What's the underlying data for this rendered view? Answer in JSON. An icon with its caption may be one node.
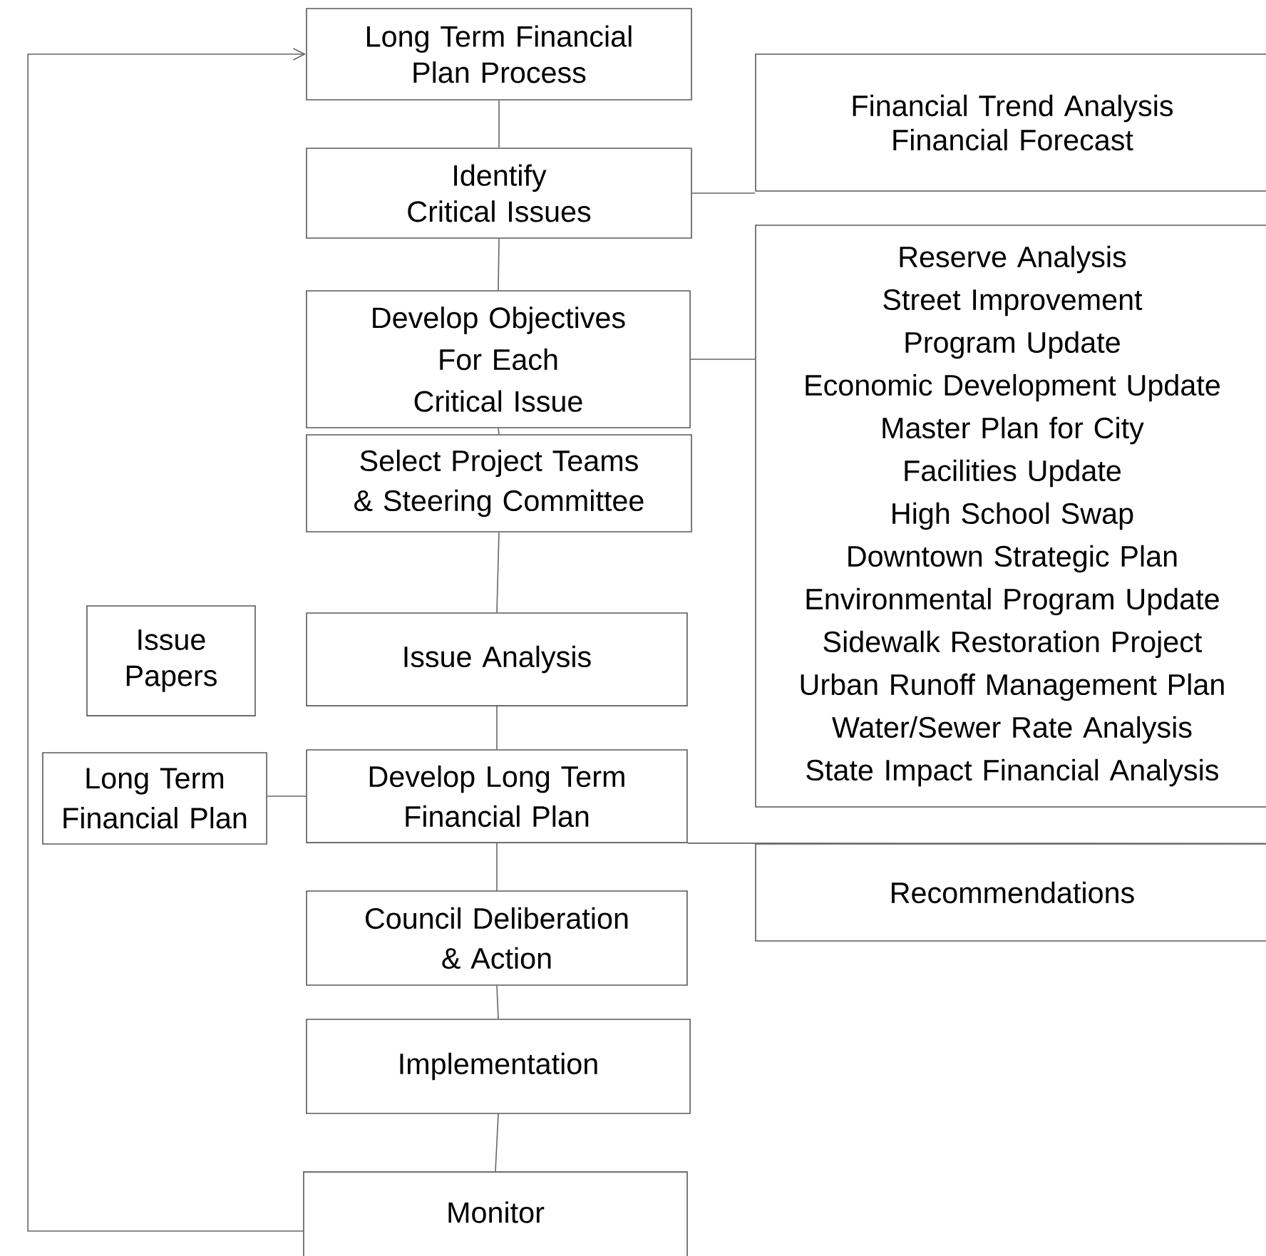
{
  "diagram": {
    "nodes": [
      {
        "text": [
          "Long Term Financial Plan Process"
        ]
      },
      {
        "text": [
          "Identify Critical Issues"
        ]
      },
      {
        "text": [
          "Develop Objectives For Each Critical Issue"
        ]
      },
      {
        "text": [
          "Select Project Teams & Steering Committee"
        ]
      },
      {
        "text": [
          "Issue Papers"
        ]
      },
      {
        "text": [
          "Issue Analysis"
        ]
      },
      {
        "text": [
          "Long Term Financial Plan"
        ]
      },
      {
        "text": [
          "Develop Long Term Financial Plan"
        ]
      },
      {
        "text": [
          "Council Deliberation & Action"
        ]
      },
      {
        "text": [
          "Implementation"
        ]
      },
      {
        "text": [
          "Monitor"
        ]
      },
      {
        "text": [
          "Financial Trend Analysis",
          "Financial Forecast"
        ]
      },
      {
        "text": [
          "Reserve Analysis",
          "Street Improvement Program Update",
          "Economic Development Update",
          "Master Plan for City Facilities Update",
          "High School Swap",
          "Downtown Strategic Plan",
          "Environmental Program Update",
          "Sidewalk Restoration Project",
          "Urban Runoff Management Plan",
          "Water/Sewer Rate Analysis",
          "State Impact Financial Analysis"
        ]
      },
      {
        "text": [
          "Recommendations"
        ]
      }
    ],
    "edges": [
      {
        "from": 0,
        "to": 1,
        "arrow": "none"
      },
      {
        "from": 1,
        "to": 2,
        "arrow": "none"
      },
      {
        "from": 2,
        "to": 3,
        "arrow": "none"
      },
      {
        "from": 3,
        "to": 5,
        "arrow": "none"
      },
      {
        "from": 5,
        "to": 7,
        "arrow": "none"
      },
      {
        "from": 7,
        "to": 8,
        "arrow": "none"
      },
      {
        "from": 8,
        "to": 9,
        "arrow": "none"
      },
      {
        "from": 9,
        "to": 10,
        "arrow": "none"
      },
      {
        "from": 1,
        "to": 11,
        "arrow": "none"
      },
      {
        "from": 2,
        "to": 12,
        "arrow": "none"
      },
      {
        "from": 7,
        "to": 6,
        "arrow": "none"
      },
      {
        "from": 7,
        "to": 13,
        "arrow": "none"
      },
      {
        "from": 10,
        "to": 0,
        "arrow": "to"
      }
    ]
  }
}
